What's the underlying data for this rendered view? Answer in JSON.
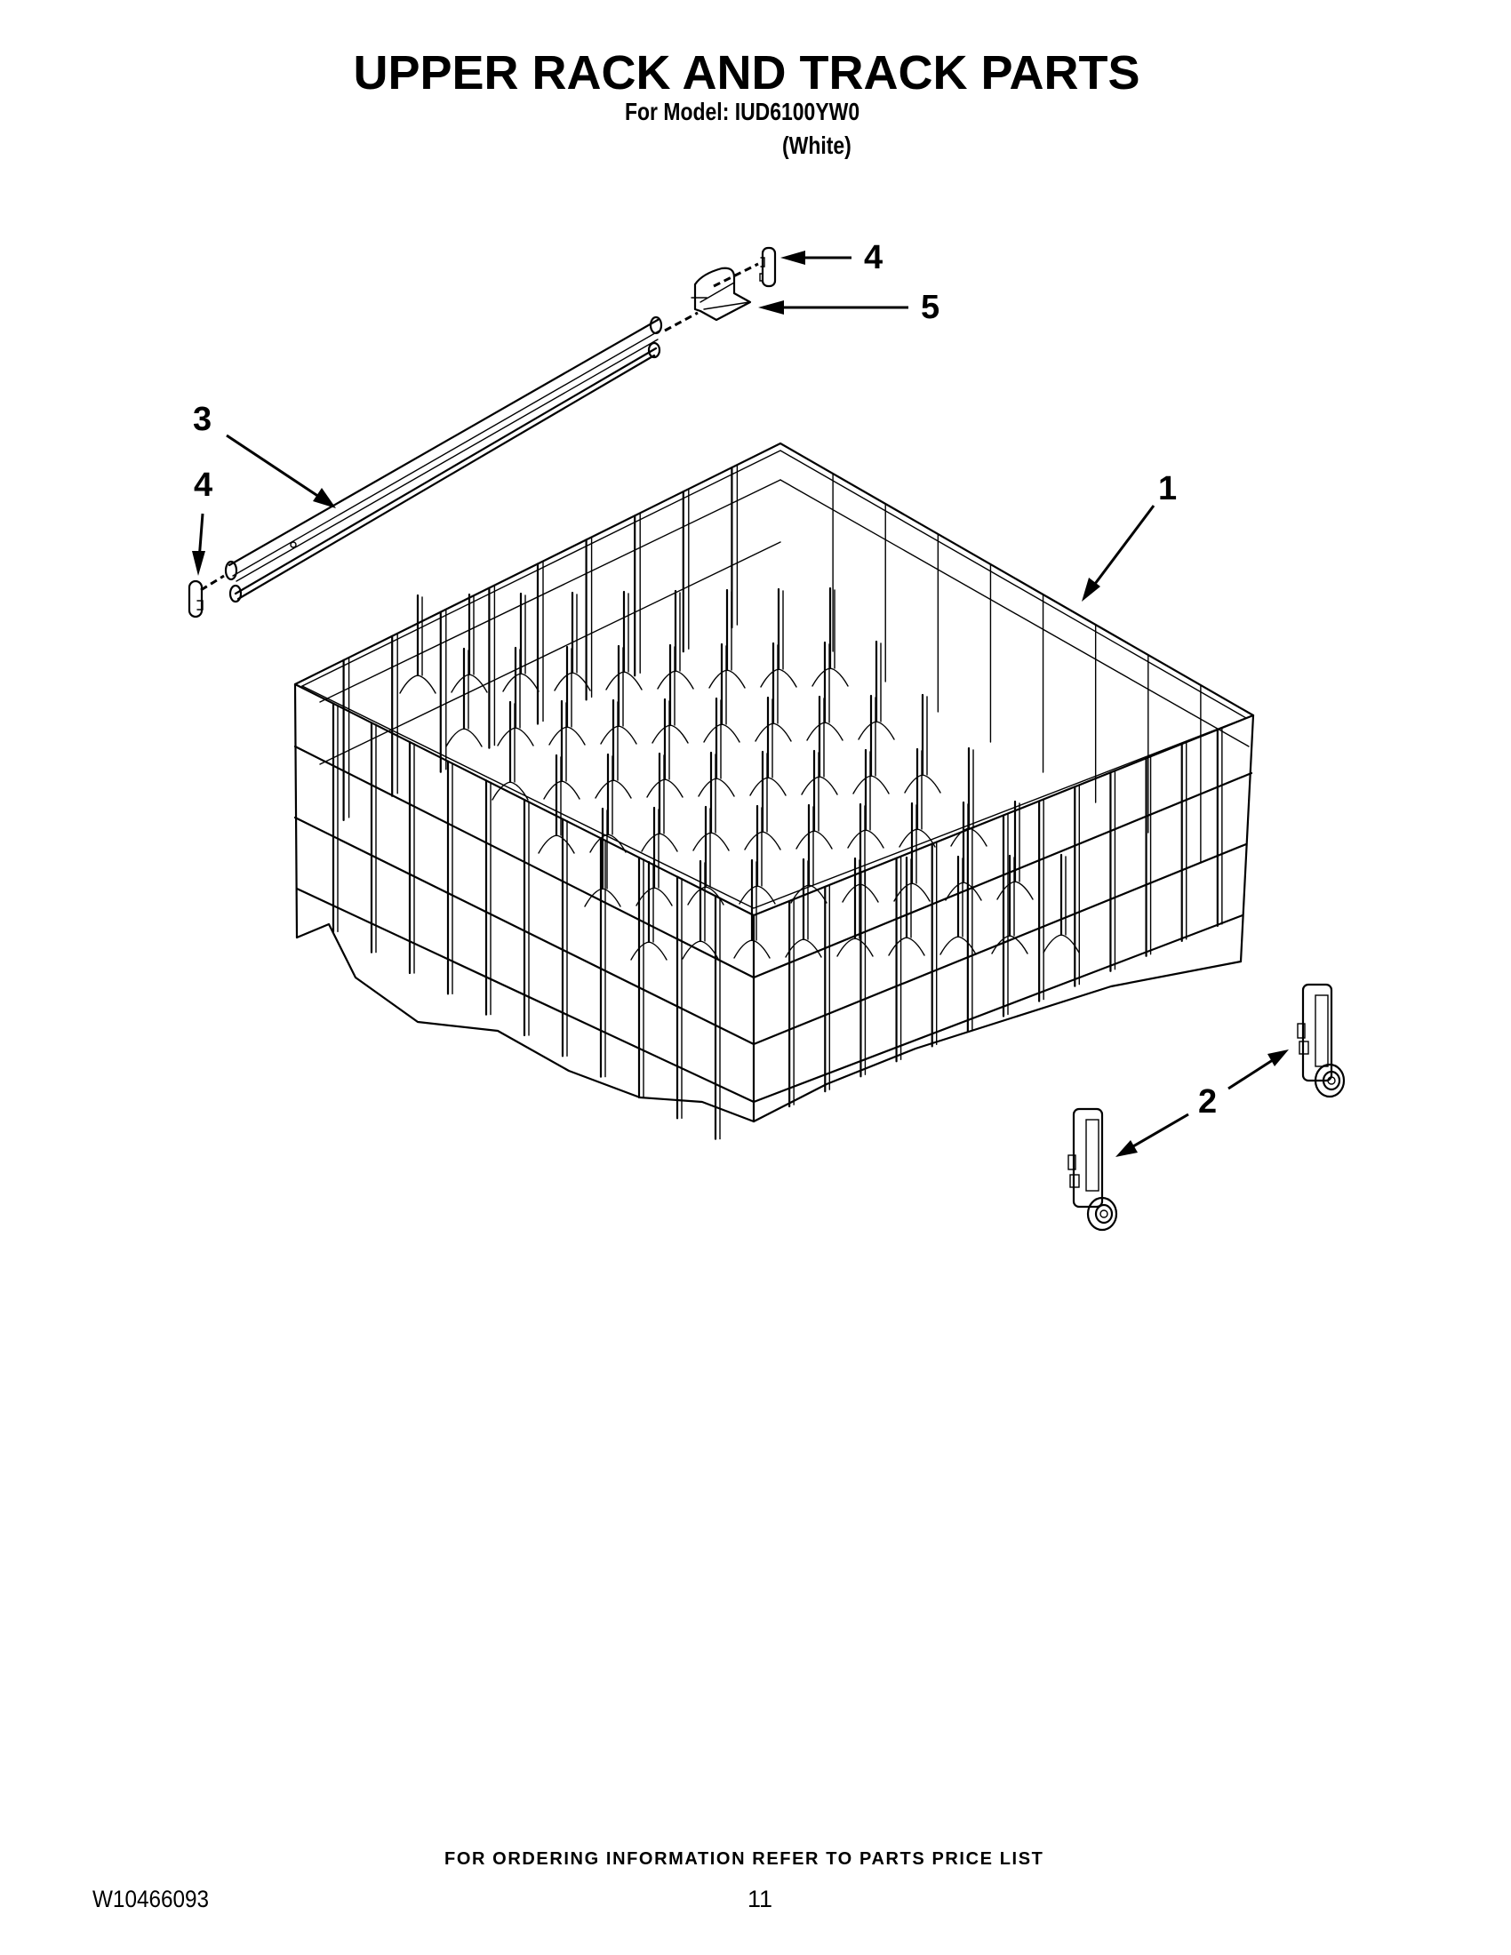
{
  "header": {
    "title": "UPPER RACK AND TRACK PARTS",
    "model_line": "For Model: IUD6100YW0",
    "color_line": "(White)"
  },
  "diagram": {
    "parts": [
      {
        "callout": "1",
        "icon": "upper-rack-basket"
      },
      {
        "callout": "2",
        "icon": "rack-roller-assembly"
      },
      {
        "callout": "3",
        "icon": "track-rail"
      },
      {
        "callout": "4",
        "icon": "track-end-cap"
      },
      {
        "callout": "5",
        "icon": "track-stop"
      }
    ],
    "callouts": {
      "one": "1",
      "two": "2",
      "three": "3",
      "four_top": "4",
      "four_left": "4",
      "five": "5"
    }
  },
  "footer": {
    "notice": "FOR ORDERING INFORMATION REFER TO PARTS PRICE LIST",
    "document_number": "W10466093",
    "page_number": "11"
  }
}
